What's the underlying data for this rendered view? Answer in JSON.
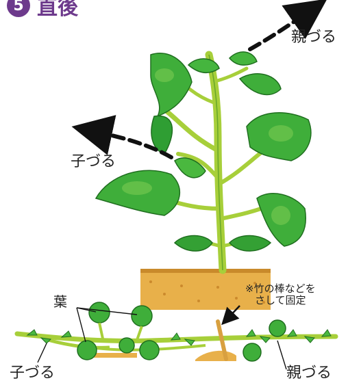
{
  "header": {
    "step": "5",
    "title": "直後"
  },
  "labels": {
    "main_vine_top": "親づる",
    "side_vine_upper": "子づる",
    "leaves": "葉",
    "note": "※竹の棒などを\nさして固定",
    "side_vine_bottom": "子づる",
    "main_vine_bottom": "親づる"
  },
  "colors": {
    "leaf": "#3fae3a",
    "leaf_dark": "#1f7d24",
    "leaf_light": "#8fd45c",
    "stem": "#b7d94a",
    "soil": "#e6a83a",
    "heading": "#6d3a8c"
  }
}
